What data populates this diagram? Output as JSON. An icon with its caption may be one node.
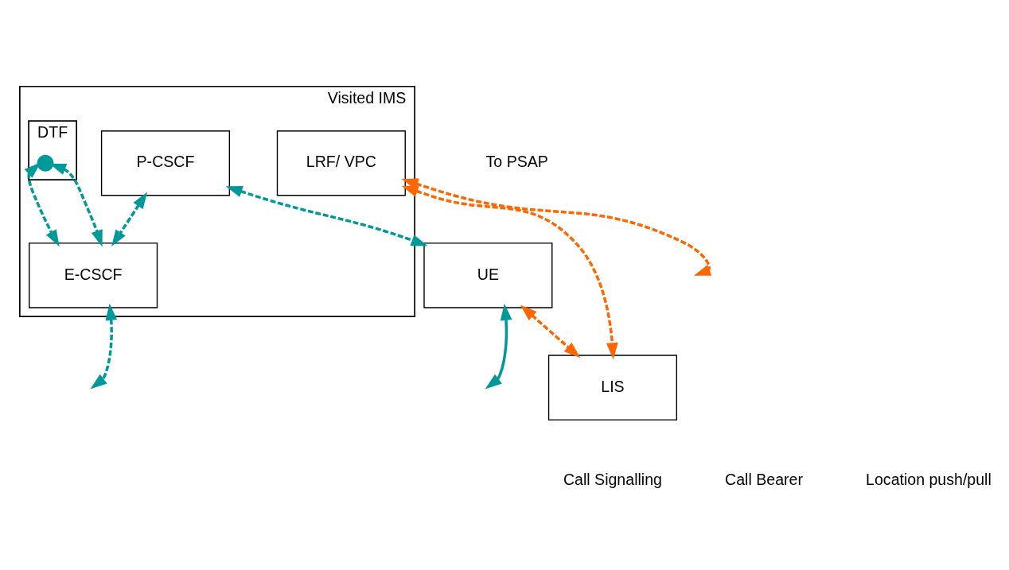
{
  "diagram": {
    "nodes": [
      {
        "text": [
          "Visited IMS"
        ]
      },
      {
        "text": [
          "DTF"
        ],
        "in": 0
      },
      {
        "text": [],
        "shape": "circle",
        "in": 1
      },
      {
        "text": [
          "P-CSCF"
        ],
        "in": 0
      },
      {
        "text": [
          "E-CSCF"
        ],
        "in": 0
      },
      {
        "text": [
          "LRF/ VPC"
        ],
        "in": 0
      },
      {
        "text": [
          "UE"
        ]
      },
      {
        "text": [
          "LIS"
        ]
      }
    ],
    "edges": [
      {
        "from": 4,
        "to": 2,
        "arrow": "both",
        "style": "dashed"
      },
      {
        "from": 4,
        "to": 2,
        "arrow": "both",
        "style": "dashed"
      },
      {
        "from": 3,
        "to": 4,
        "arrow": "both",
        "style": "dashed"
      },
      {
        "from": 4,
        "to": null,
        "arrow": "both",
        "style": "dashed"
      },
      {
        "from": 3,
        "to": 6,
        "arrow": "both",
        "style": "dashed"
      },
      {
        "from": 5,
        "to": null,
        "arrow": "both",
        "style": "dashed",
        "color": "#ff6600"
      },
      {
        "from": 6,
        "to": null,
        "arrow": "both"
      },
      {
        "from": 5,
        "to": 7,
        "arrow": "both",
        "style": "dashed",
        "color": "#ff6600"
      },
      {
        "from": 6,
        "to": 7,
        "arrow": "both",
        "style": "dashed",
        "color": "#ff6600"
      }
    ],
    "labels": [
      "To PSAP"
    ],
    "legend": [
      {
        "text": "Call Signalling"
      },
      {
        "text": "Call Bearer"
      },
      {
        "text": "Location push/pull"
      }
    ]
  }
}
